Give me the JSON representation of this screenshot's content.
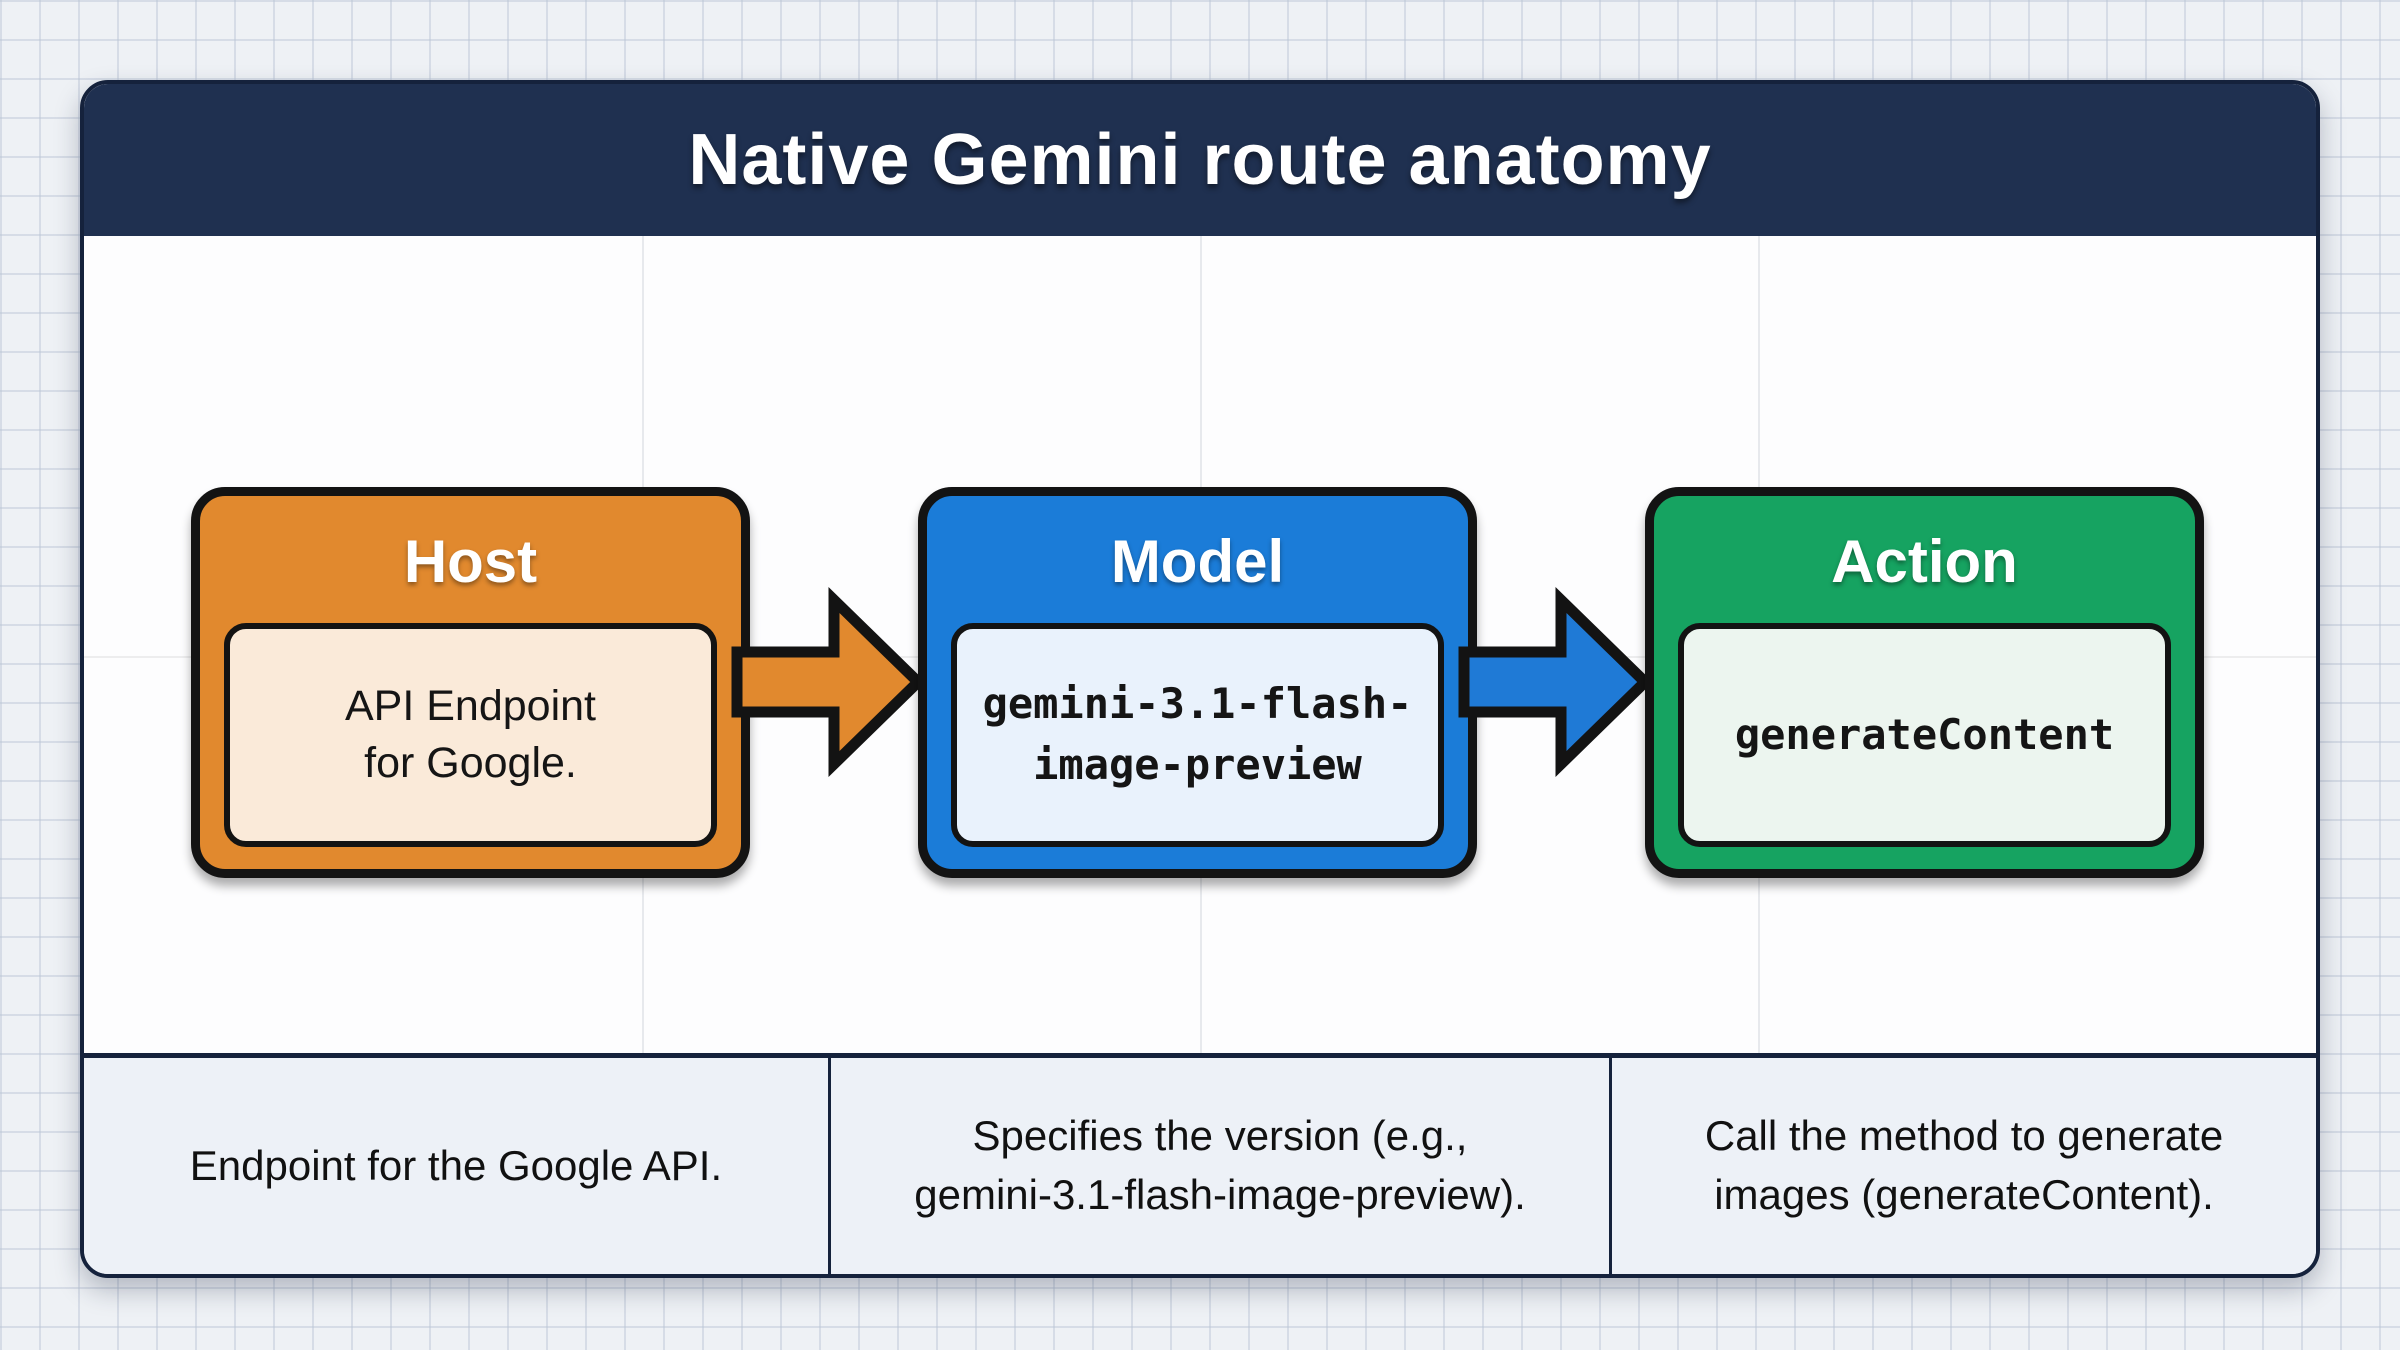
{
  "title": "Native Gemini route anatomy",
  "nodes": [
    {
      "title": "Host",
      "value": "API Endpoint\nfor Google.",
      "fill": "#e1892e",
      "value_bg": "#faead9",
      "value_style": "sans"
    },
    {
      "title": "Model",
      "value": "gemini-3.1-flash-\nimage-preview",
      "fill": "#1b7cd8",
      "value_bg": "#e9f2fc",
      "value_style": "mono"
    },
    {
      "title": "Action",
      "value": "generateContent",
      "fill": "#16a361",
      "value_bg": "#ecf5ef",
      "value_style": "mono"
    }
  ],
  "arrows": [
    {
      "from": "Host",
      "to": "Model",
      "color": "#e1892e"
    },
    {
      "from": "Model",
      "to": "Action",
      "color": "#1f7ad6"
    }
  ],
  "footer_cells": [
    {
      "text": "Endpoint for the Google API."
    },
    {
      "text": "Specifies the version (e.g.,\ngemini-3.1-flash-image-preview)."
    },
    {
      "text": "Call the method to generate\nimages (generateContent)."
    }
  ],
  "colors": {
    "header_bg": "#1f3050",
    "card_bg": "#fdfdfe",
    "footer_bg": "#edf1f7",
    "page_bg": "#eef1f5",
    "outline": "#131313",
    "frame": "#15223c"
  }
}
